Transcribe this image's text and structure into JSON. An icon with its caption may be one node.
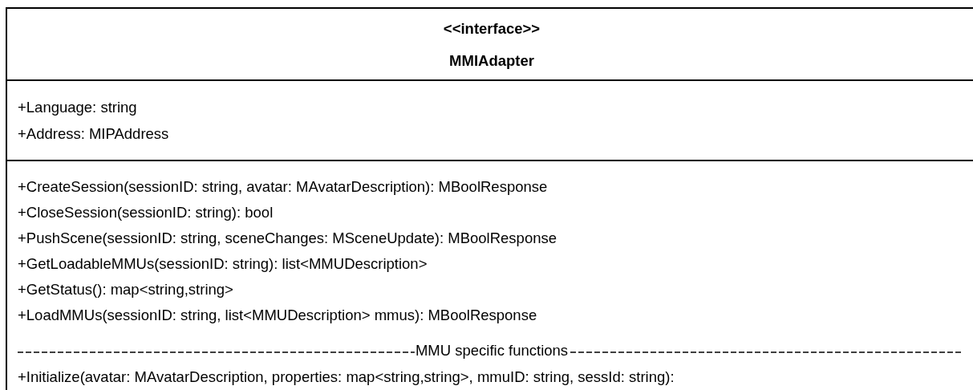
{
  "diagram": {
    "nodes": [
      {
        "text": [
          "<<interface>>",
          "MMIAdapter",
          "+Language: string",
          "+Address: MIPAddress",
          "+CreateSession(sessionID: string, avatar: MAvatarDescription): MBoolResponse",
          "+CloseSession(sessionID: string): bool",
          "+PushScene(sessionID: string, sceneChanges: MSceneUpdate): MBoolResponse",
          "+GetLoadableMMUs(sessionID: string): list<MMUDescription>",
          "+GetStatus(): map<string,string>",
          "+LoadMMUs(sessionID: string, list<MMUDescription> mmus): MBoolResponse",
          "MMU specific functions",
          "+Initialize(avatar: MAvatarDescription, properties: map<string,string>, mmuID: string, sessId: string):"
        ]
      }
    ]
  }
}
